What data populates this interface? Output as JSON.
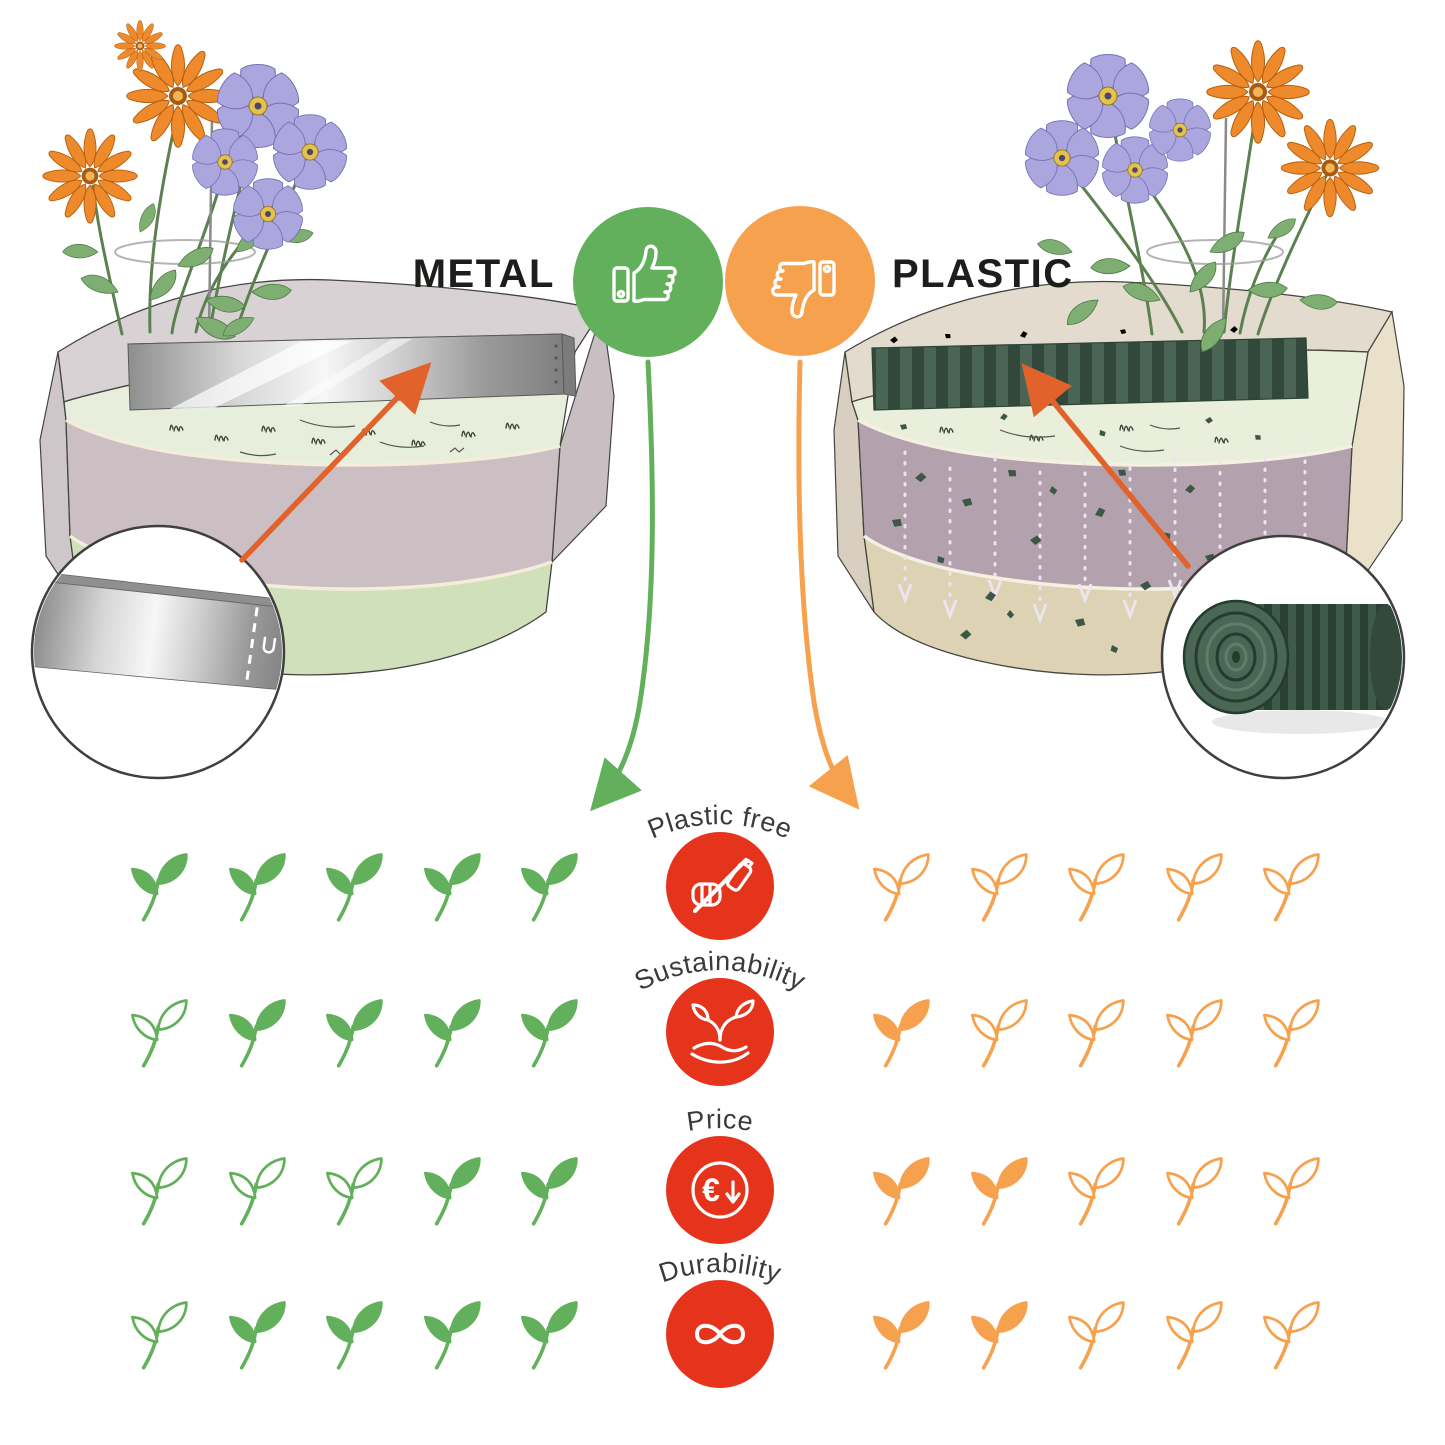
{
  "colors": {
    "green": "#62b05b",
    "orange": "#f6a14e",
    "red": "#e5331c",
    "arrow_orange": "#e2622b",
    "text_dark": "#3a3a3a"
  },
  "header": {
    "metal_label": "METAL",
    "plastic_label": "PLASTIC",
    "metal_icon": "thumbs-up-icon",
    "plastic_icon": "thumbs-down-icon"
  },
  "scenes": {
    "left": "garden-bed-with-metal-lawn-edging",
    "right": "garden-bed-with-plastic-lawn-edging",
    "left_inset": "metal-edging-strip-detail",
    "right_inset": "plastic-edging-roll-detail"
  },
  "max_score": 5,
  "ratings": [
    {
      "label": "Plastic free",
      "icon": "no-plastic-bottle-icon",
      "metal_score": 5,
      "plastic_score": 0,
      "metal_pattern": [
        1,
        1,
        1,
        1,
        1
      ],
      "plastic_pattern": [
        0,
        0,
        0,
        0,
        0
      ]
    },
    {
      "label": "Sustainability",
      "icon": "seedling-in-hand-icon",
      "metal_score": 4,
      "plastic_score": 1,
      "metal_pattern": [
        0,
        1,
        1,
        1,
        1
      ],
      "plastic_pattern": [
        1,
        0,
        0,
        0,
        0
      ]
    },
    {
      "label": "Price",
      "icon": "euro-discount-icon",
      "metal_score": 2,
      "plastic_score": 2,
      "metal_pattern": [
        0,
        0,
        0,
        1,
        1
      ],
      "plastic_pattern": [
        1,
        1,
        0,
        0,
        0
      ]
    },
    {
      "label": "Durability",
      "icon": "infinity-icon",
      "metal_score": 4,
      "plastic_score": 2,
      "metal_pattern": [
        0,
        1,
        1,
        1,
        1
      ],
      "plastic_pattern": [
        1,
        1,
        0,
        0,
        0
      ]
    }
  ]
}
